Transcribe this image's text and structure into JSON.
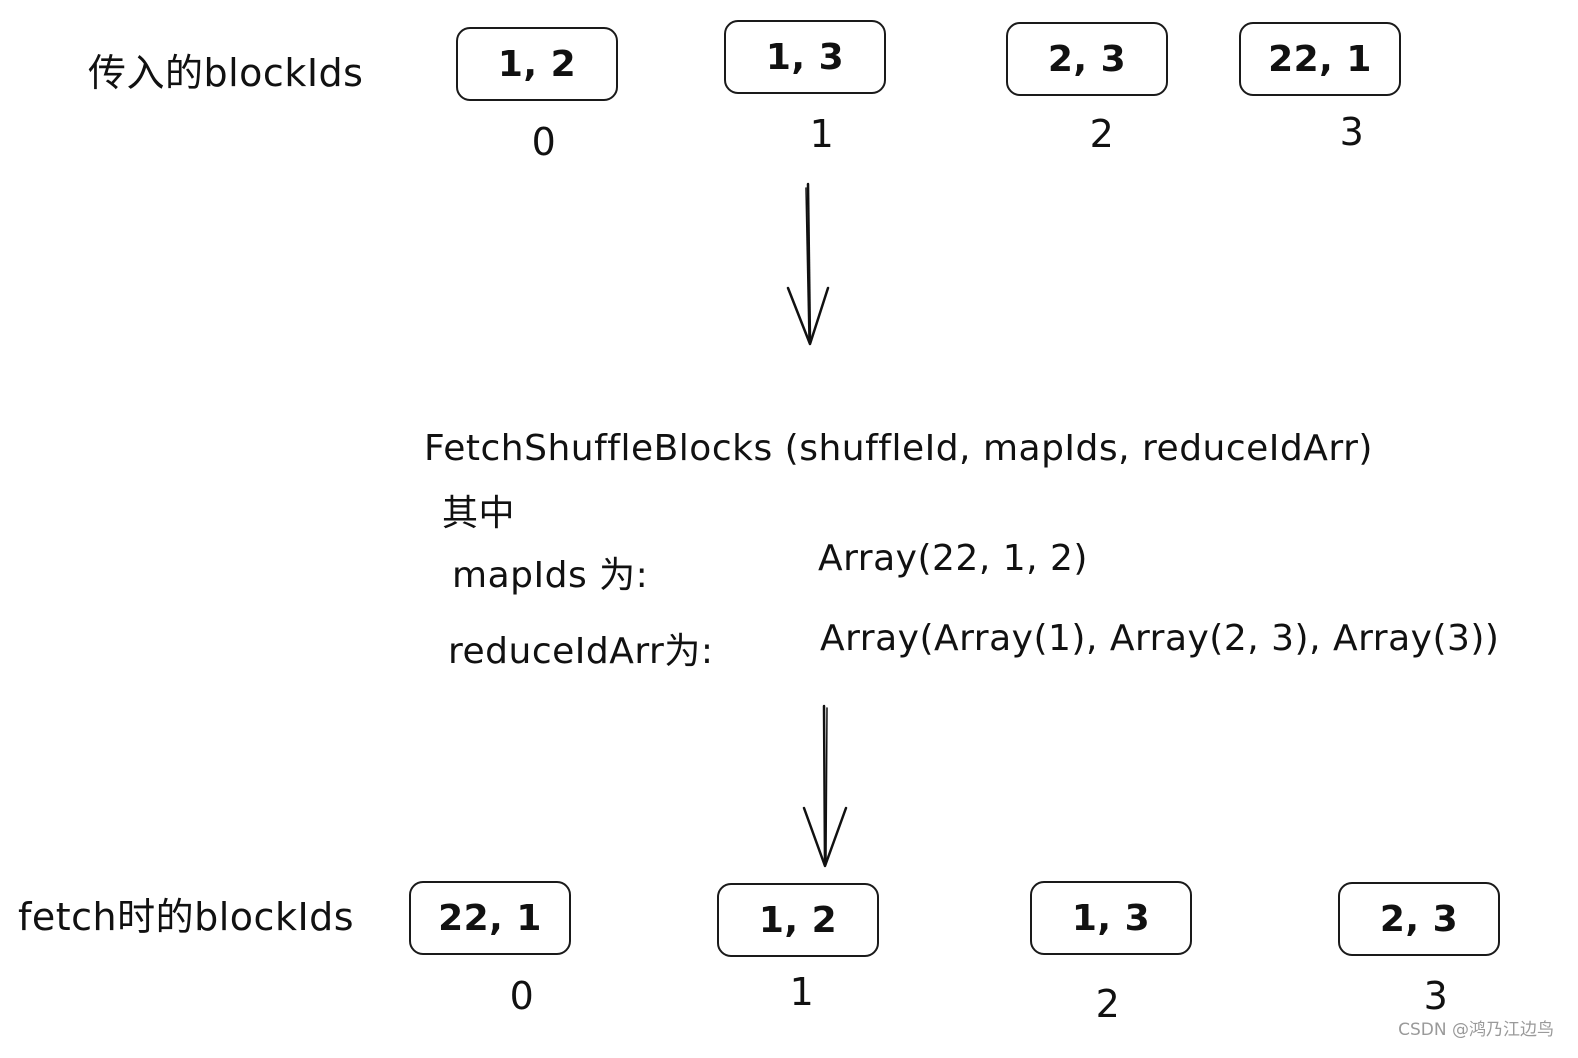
{
  "top_row": {
    "label": "传入的blockIds",
    "blocks": [
      {
        "value": "1, 2",
        "index": "0"
      },
      {
        "value": "1, 3",
        "index": "1"
      },
      {
        "value": "2, 3",
        "index": "2"
      },
      {
        "value": "22, 1",
        "index": "3"
      }
    ]
  },
  "middle": {
    "call": "FetchShuffleBlocks (shuffleId, mapIds, reduceIdArr)",
    "where": "其中",
    "map_ids_label": "mapIds 为:",
    "map_ids_value": "Array(22, 1, 2)",
    "reduce_label": "reduceIdArr为:",
    "reduce_value": "Array(Array(1), Array(2, 3), Array(3))"
  },
  "bottom_row": {
    "label": "fetch时的blockIds",
    "blocks": [
      {
        "value": "22, 1",
        "index": "0"
      },
      {
        "value": "1, 2",
        "index": "1"
      },
      {
        "value": "1, 3",
        "index": "2"
      },
      {
        "value": "2, 3",
        "index": "3"
      }
    ]
  },
  "watermark": "CSDN @鸿乃江边鸟"
}
